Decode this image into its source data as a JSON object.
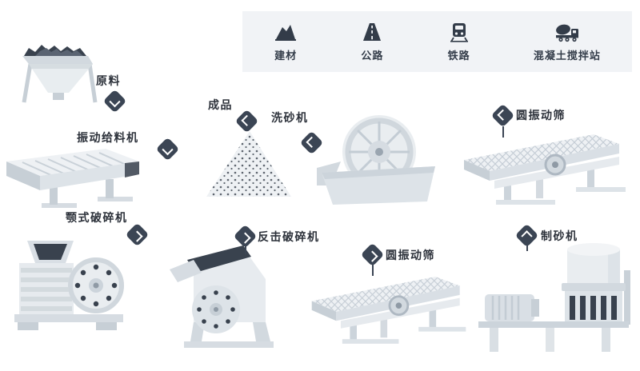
{
  "diagram": {
    "title": "sand-and-stone-production-line-flow",
    "colors": {
      "background": "#ffffff",
      "legend_bg": "#f1f3f6",
      "badge": "#3b4554",
      "text": "#2c313a",
      "machine_light": "#eef1f4",
      "machine_mid": "#dde3e8",
      "machine_dark": "#c7cfd6",
      "ink": "#39424e"
    }
  },
  "legend": {
    "items": [
      {
        "label": "建材",
        "icon": "building-materials-icon"
      },
      {
        "label": "公路",
        "icon": "highway-icon"
      },
      {
        "label": "铁路",
        "icon": "railway-icon"
      },
      {
        "label": "混凝土搅拌站",
        "icon": "concrete-mixing-plant-icon"
      }
    ]
  },
  "nodes": {
    "raw_material": {
      "label": "原料",
      "arrow": "chevron-down-icon"
    },
    "vibrating_feeder": {
      "label": "振动给料机",
      "arrow": "chevron-down-icon"
    },
    "finished_product": {
      "label": "成品",
      "arrow": "chevron-left-icon"
    },
    "sand_washer": {
      "label": "洗砂机",
      "arrow": "chevron-left-icon"
    },
    "screen_top": {
      "label": "圆振动筛",
      "arrow": "chevron-left-icon"
    },
    "jaw_crusher": {
      "label": "颚式破碎机",
      "arrow": "chevron-right-icon"
    },
    "impact_crusher": {
      "label": "反击破碎机",
      "arrow": "chevron-right-icon"
    },
    "screen_bottom": {
      "label": "圆振动筛",
      "arrow": "chevron-right-icon"
    },
    "sand_maker": {
      "label": "制砂机",
      "arrow": "chevron-up-icon"
    }
  }
}
